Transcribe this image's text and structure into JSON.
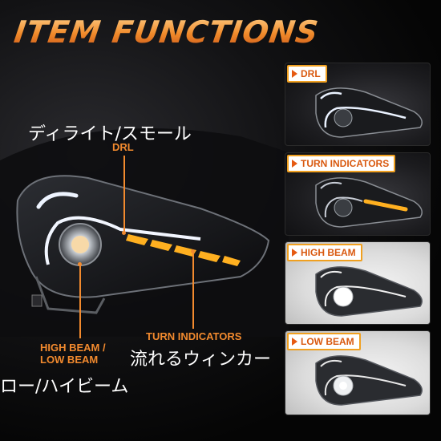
{
  "title": "ITEM FUNCTIONS",
  "callouts": {
    "drl_jp": "ディライト/スモール",
    "drl_en": "DRL",
    "beam_en_line1": "HIGH BEAM /",
    "beam_en_line2": "LOW BEAM",
    "beam_jp": "ロー/ハイビーム",
    "turn_en": "TURN INDICATORS",
    "turn_jp": "流れるウィンカー"
  },
  "panels": [
    {
      "label": "DRL"
    },
    {
      "label": "TURN INDICATORS"
    },
    {
      "label": "HIGH BEAM"
    },
    {
      "label": "LOW BEAM"
    }
  ],
  "colors": {
    "accent": "#f28a2e",
    "tag_border": "#f0a020",
    "amber": "#ffb020"
  }
}
